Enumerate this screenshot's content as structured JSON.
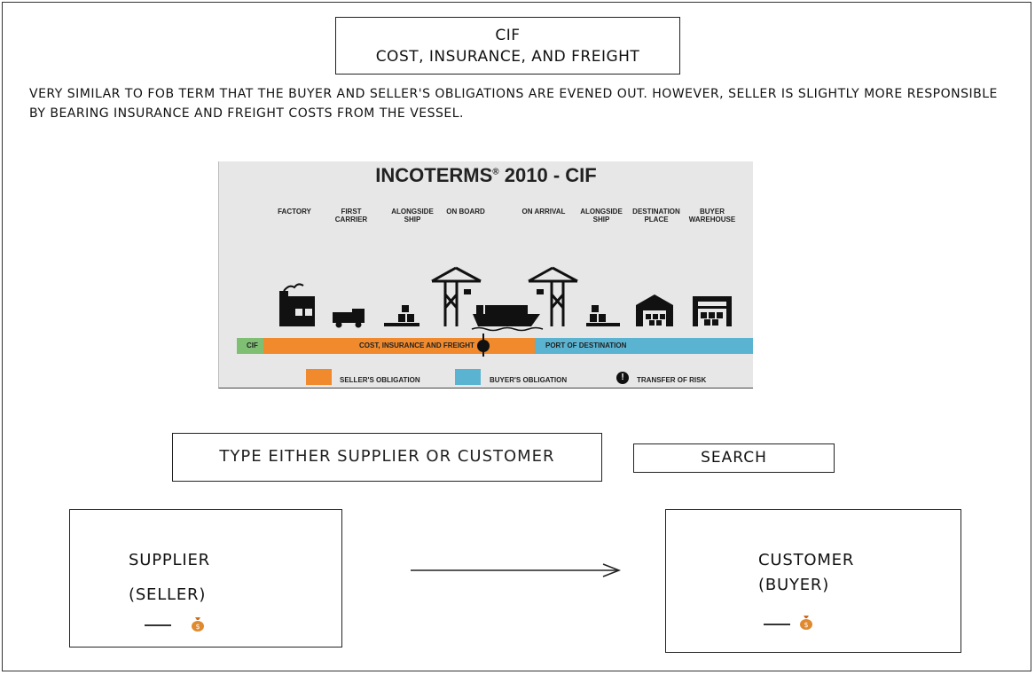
{
  "header": {
    "line1": "CIF",
    "line2": "COST, INSURANCE, AND FREIGHT"
  },
  "description": "VERY SIMILAR TO FOB TERM THAT THE BUYER AND SELLER'S OBLIGATIONS ARE EVENED OUT. HOWEVER, SELLER IS SLIGHTLY MORE RESPONSIBLE BY BEARING INSURANCE AND FREIGHT COSTS FROM THE VESSEL.",
  "infographic": {
    "title": "INCOTERMS",
    "title_mark": "®",
    "title_suffix": " 2010 - CIF",
    "stages": [
      {
        "line1": "FACTORY",
        "line2": ""
      },
      {
        "line1": "FIRST",
        "line2": "CARRIER"
      },
      {
        "line1": "ALONGSIDE",
        "line2": "SHIP"
      },
      {
        "line1": "ON BOARD",
        "line2": ""
      },
      {
        "line1": "ON ARRIVAL",
        "line2": ""
      },
      {
        "line1": "ALONGSIDE",
        "line2": "SHIP"
      },
      {
        "line1": "DESTINATION",
        "line2": "PLACE"
      },
      {
        "line1": "BUYER",
        "line2": "WAREHOUSE"
      }
    ],
    "term_tag": "CIF",
    "seller_segment": "COST, INSURANCE AND FREIGHT",
    "buyer_segment": "PORT OF DESTINATION",
    "legend": {
      "seller": "SELLER'S OBLIGATION",
      "buyer": "BUYER'S OBLIGATION",
      "risk": "TRANSFER OF RISK",
      "risk_symbol": "!"
    },
    "colors": {
      "seller": "#f08a2d",
      "buyer": "#5ab4d1",
      "term": "#7fbf74"
    }
  },
  "search": {
    "input_value": "TYPE EITHER SUPPLIER OR CUSTOMER",
    "button_label": "SEARCH"
  },
  "supplier": {
    "name": "SUPPLIER",
    "role": "(SELLER)",
    "icon": "money-bag-icon"
  },
  "customer": {
    "name": "CUSTOMER",
    "role": "(BUYER)",
    "icon": "money-bag-icon"
  }
}
